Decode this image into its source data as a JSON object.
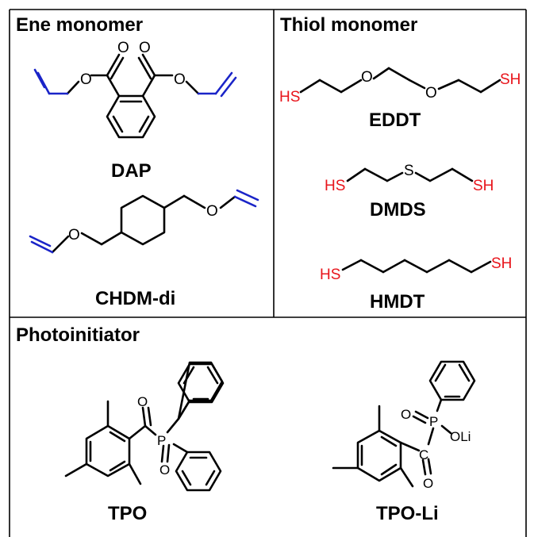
{
  "sections": {
    "ene": {
      "title": "Ene monomer"
    },
    "thiol": {
      "title": "Thiol monomer"
    },
    "photo": {
      "title": "Photoinitiator"
    }
  },
  "molecules": {
    "dap": {
      "label": "DAP",
      "atom_o": "O"
    },
    "chdm": {
      "label": "CHDM-di",
      "atom_o": "O"
    },
    "eddt": {
      "label": "EDDT",
      "atom_o": "O",
      "atom_sh": "SH",
      "atom_hs": "HS"
    },
    "dmds": {
      "label": "DMDS",
      "atom_s": "S",
      "atom_sh": "SH",
      "atom_hs": "HS"
    },
    "hmdt": {
      "label": "HMDT",
      "atom_sh": "SH",
      "atom_hs": "HS"
    },
    "tpo": {
      "label": "TPO",
      "atom_o": "O",
      "atom_p": "P"
    },
    "tpoli": {
      "label": "TPO-Li",
      "atom_o": "O",
      "atom_p": "P",
      "atom_c": "C",
      "atom_oli": "OLi"
    }
  },
  "colors": {
    "vinyl": "#1a24c8",
    "thiol": "#e8141b",
    "text": "#000000"
  }
}
